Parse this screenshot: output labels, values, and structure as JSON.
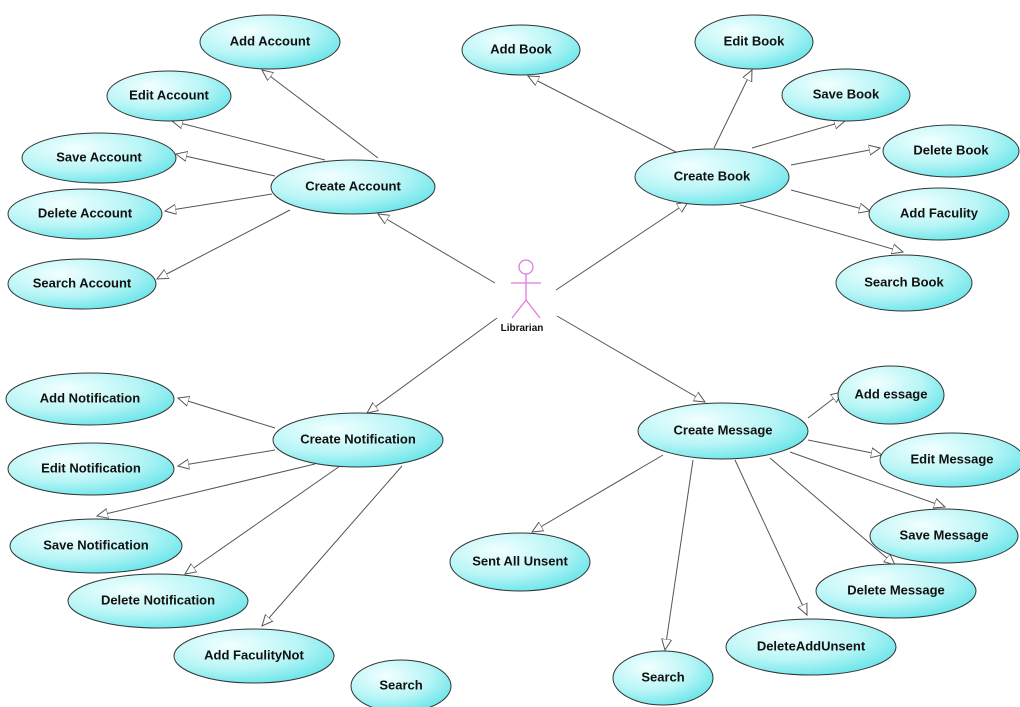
{
  "actor": {
    "name": "Librarian"
  },
  "colors": {
    "usecase_fill_light": "#e8fdfd",
    "usecase_fill_dark": "#5fe3e8",
    "usecase_stroke": "#333333",
    "actor_color": "#e07ae0",
    "edge_color": "#555555"
  },
  "usecases": {
    "create_account": "Create Account",
    "add_account": "Add Account",
    "edit_account": "Edit Account",
    "save_account": "Save Account",
    "delete_account": "Delete Account",
    "search_account": "Search Account",
    "create_book": "Create Book",
    "add_book": "Add Book",
    "edit_book": "Edit Book",
    "save_book": "Save Book",
    "delete_book": "Delete Book",
    "add_faculity": "Add Faculity",
    "search_book": "Search Book",
    "create_notification": "Create Notification",
    "add_notification": "Add Notification",
    "edit_notification": "Edit Notification",
    "save_notification": "Save Notification",
    "delete_notification": "Delete Notification",
    "add_faculitynot": "Add FaculityNot",
    "search_notification": "Search",
    "create_message": "Create Message",
    "add_essage": "Add essage",
    "edit_message": "Edit Message",
    "save_message": "Save Message",
    "delete_message": "Delete Message",
    "deleteaddunsent": "DeleteAddUnsent",
    "search_message": "Search",
    "sent_all_unsent": "Sent All Unsent"
  }
}
